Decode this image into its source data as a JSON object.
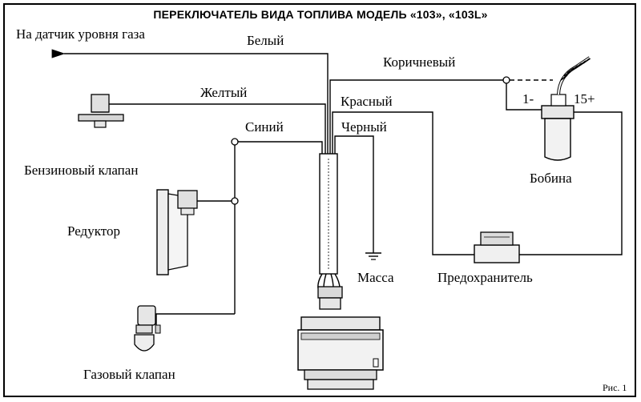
{
  "title": "ПЕРЕКЛЮЧАТЕЛЬ ВИДА ТОПЛИВА МОДЕЛЬ «103», «103L»",
  "labels": {
    "gas_sensor": "На датчик уровня газа",
    "white": "Белый",
    "brown": "Коричневый",
    "yellow": "Желтый",
    "red": "Красный",
    "blue": "Синий",
    "black": "Черный",
    "petrol_valve": "Бензиновый  клапан",
    "reducer": "Редуктор",
    "gas_valve": "Газовый  клапан",
    "ground": "Масса",
    "fuse": "Предохранитель",
    "coil": "Бобина",
    "coil_minus": "1-",
    "coil_plus": "15+",
    "figure": "Рис. 1"
  },
  "colors": {
    "line": "#000000",
    "fill_light": "#e6e6e6",
    "fill_mid": "#cfcfcf",
    "fill_dark": "#a8a8a8"
  }
}
